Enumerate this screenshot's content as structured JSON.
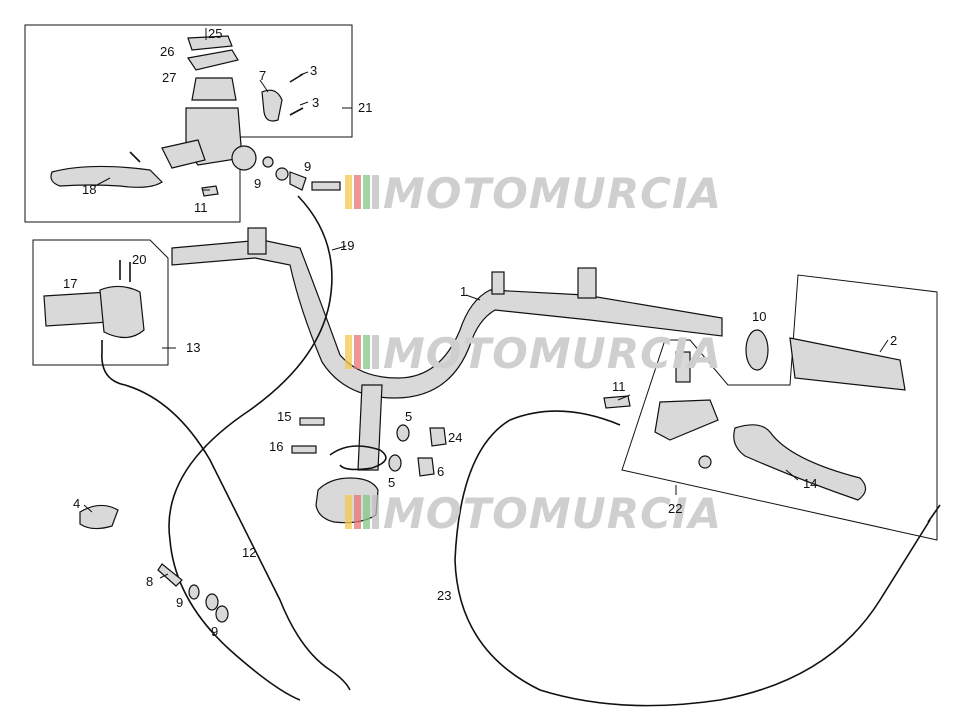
{
  "watermark": {
    "text": "MOTOMURCIA",
    "bar_colors": [
      "#f2c94c",
      "#e57373",
      "#81c784",
      "#bdbdbd"
    ]
  },
  "labels": {
    "p1": "1",
    "p2": "2",
    "p3a": "3",
    "p3b": "3",
    "p4": "4",
    "p5a": "5",
    "p5b": "5",
    "p6": "6",
    "p7": "7",
    "p8": "8",
    "p9a": "9",
    "p9b": "9",
    "p9c": "9",
    "p9d": "9",
    "p10": "10",
    "p11a": "11",
    "p11b": "11",
    "p12": "12",
    "p13": "13",
    "p14": "14",
    "p15": "15",
    "p16": "16",
    "p17": "17",
    "p18": "18",
    "p19": "19",
    "p20": "20",
    "p21": "21",
    "p22": "22",
    "p23": "23",
    "p24": "24",
    "p25": "25",
    "p26": "26",
    "p27": "27"
  }
}
